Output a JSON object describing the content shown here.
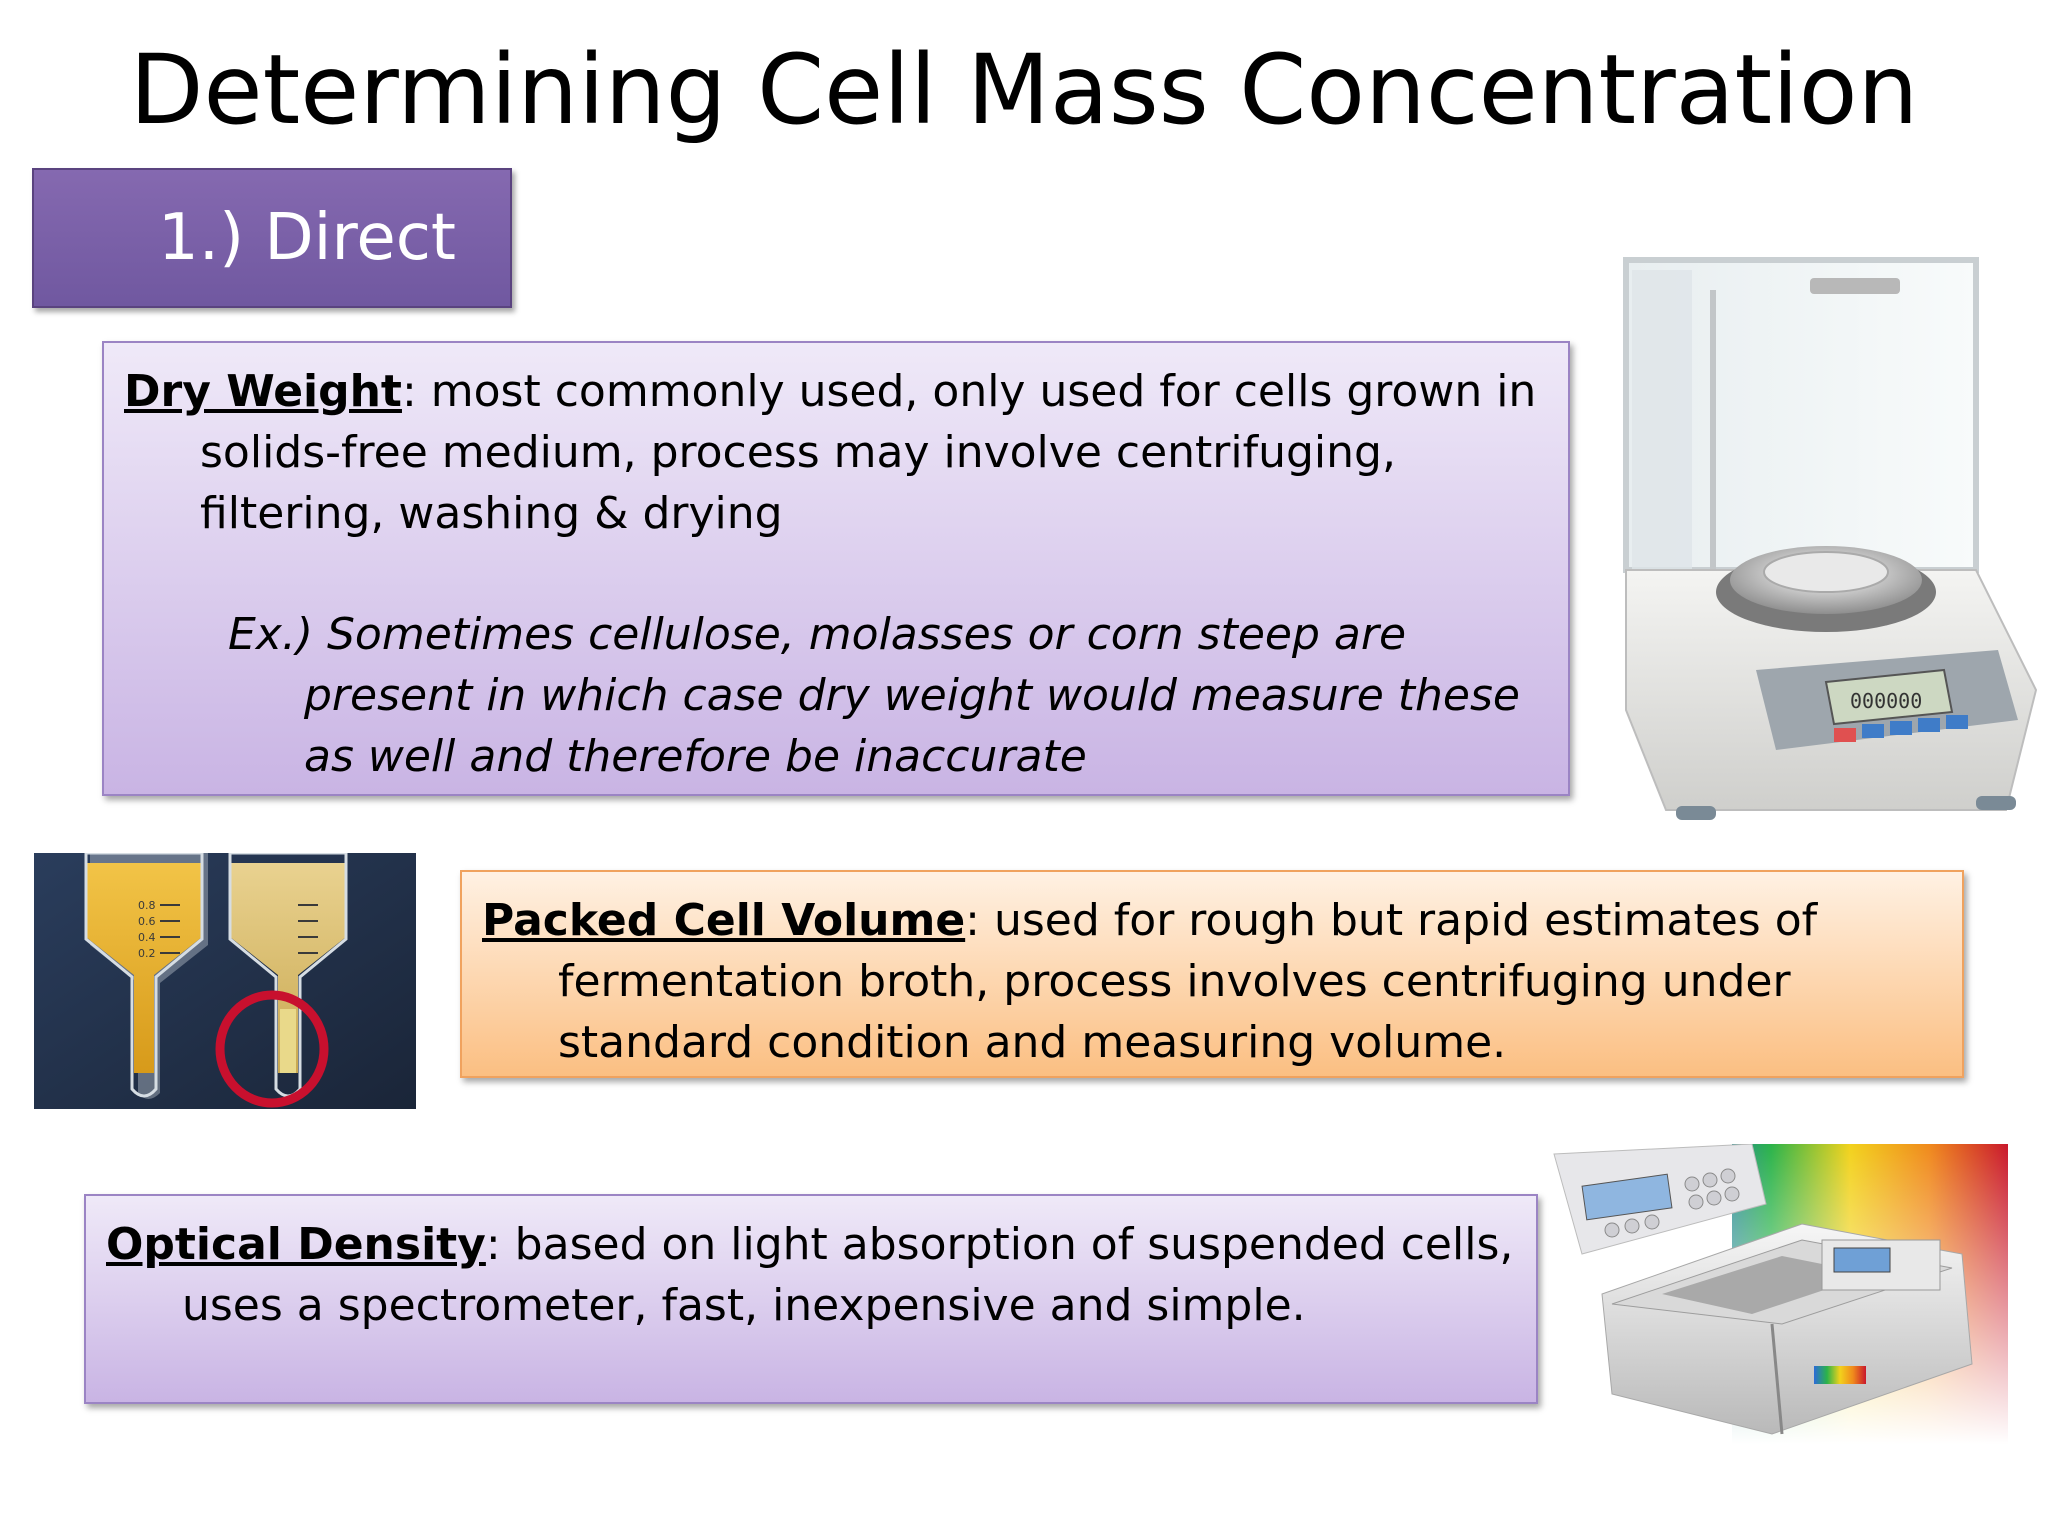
{
  "slide": {
    "title": "Determining Cell Mass Concentration",
    "section_label": "1.) Direct"
  },
  "cards": {
    "dry_weight": {
      "term": "Dry Weight",
      "description": ": most commonly used, only used for cells grown in solids-free medium, process may involve centrifuging, filtering, washing & drying",
      "example": "Ex.) Sometimes cellulose, molasses or corn steep are present in which case dry weight would measure these as well and therefore be inaccurate"
    },
    "packed_cell_volume": {
      "term": "Packed Cell Volume",
      "description": ": used for rough but rapid estimates of fermentation broth, process involves centrifuging under standard condition and measuring volume."
    },
    "optical_density": {
      "term": "Optical Density",
      "description": ": based on light absorption of suspended cells, uses a spectrometer, fast, inexpensive and simple."
    }
  },
  "images": {
    "balance_display": "000000",
    "tube_scale": [
      "0.8",
      "0.6",
      "0.4",
      "0.2"
    ]
  },
  "colors": {
    "section_badge": "#7b62a8",
    "purple_card_top": "#efe9f8",
    "purple_card_bottom": "#c9b4e4",
    "orange_card_top": "#fff1e3",
    "orange_card_bottom": "#fbbf82"
  }
}
